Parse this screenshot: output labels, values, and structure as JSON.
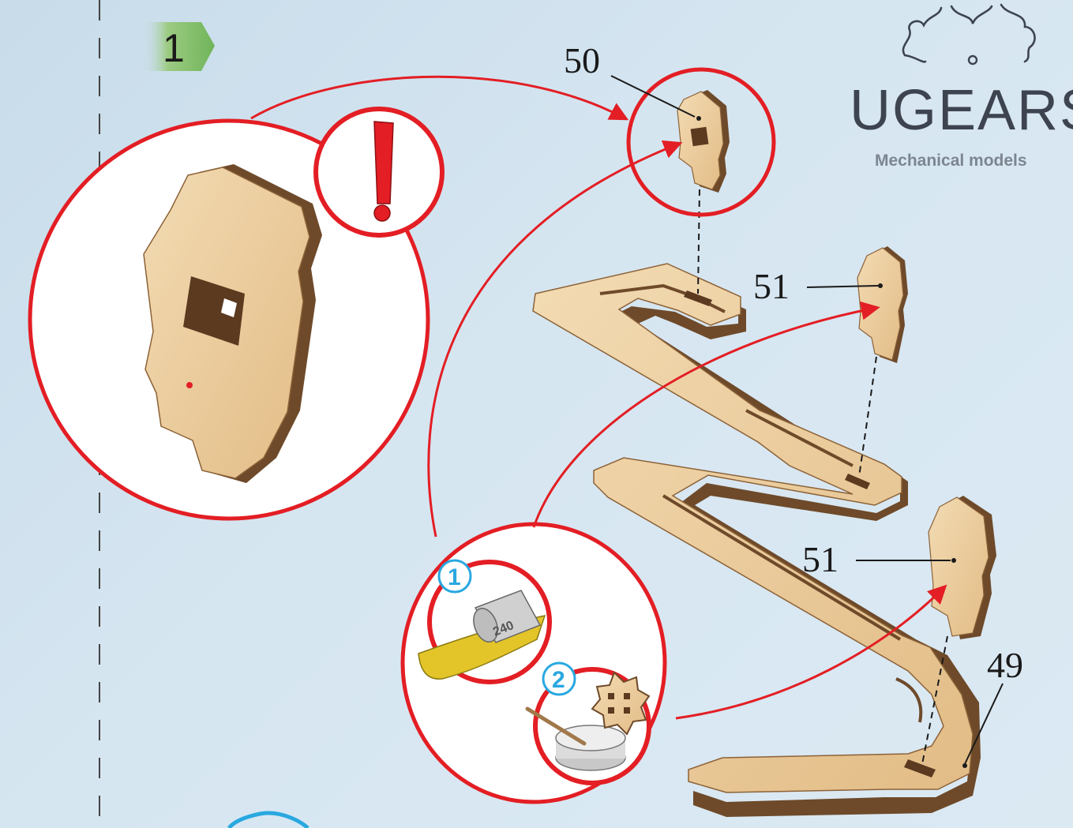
{
  "step": {
    "number": "1"
  },
  "brand": {
    "name": "UGEARS",
    "tagline": "Mechanical models"
  },
  "parts": {
    "part_top": "50",
    "part_middle": "51",
    "part_lower": "51",
    "base": "49"
  },
  "tools": {
    "sanding_badge": "1",
    "sandpaper_grit": "240",
    "wax_badge": "2"
  },
  "colors": {
    "highlight": "#e31e24",
    "wood_light": "#e9c99a",
    "wood_dark": "#6e4a2a",
    "badge": "#29a8e0",
    "step_badge": "#6fb45a"
  }
}
